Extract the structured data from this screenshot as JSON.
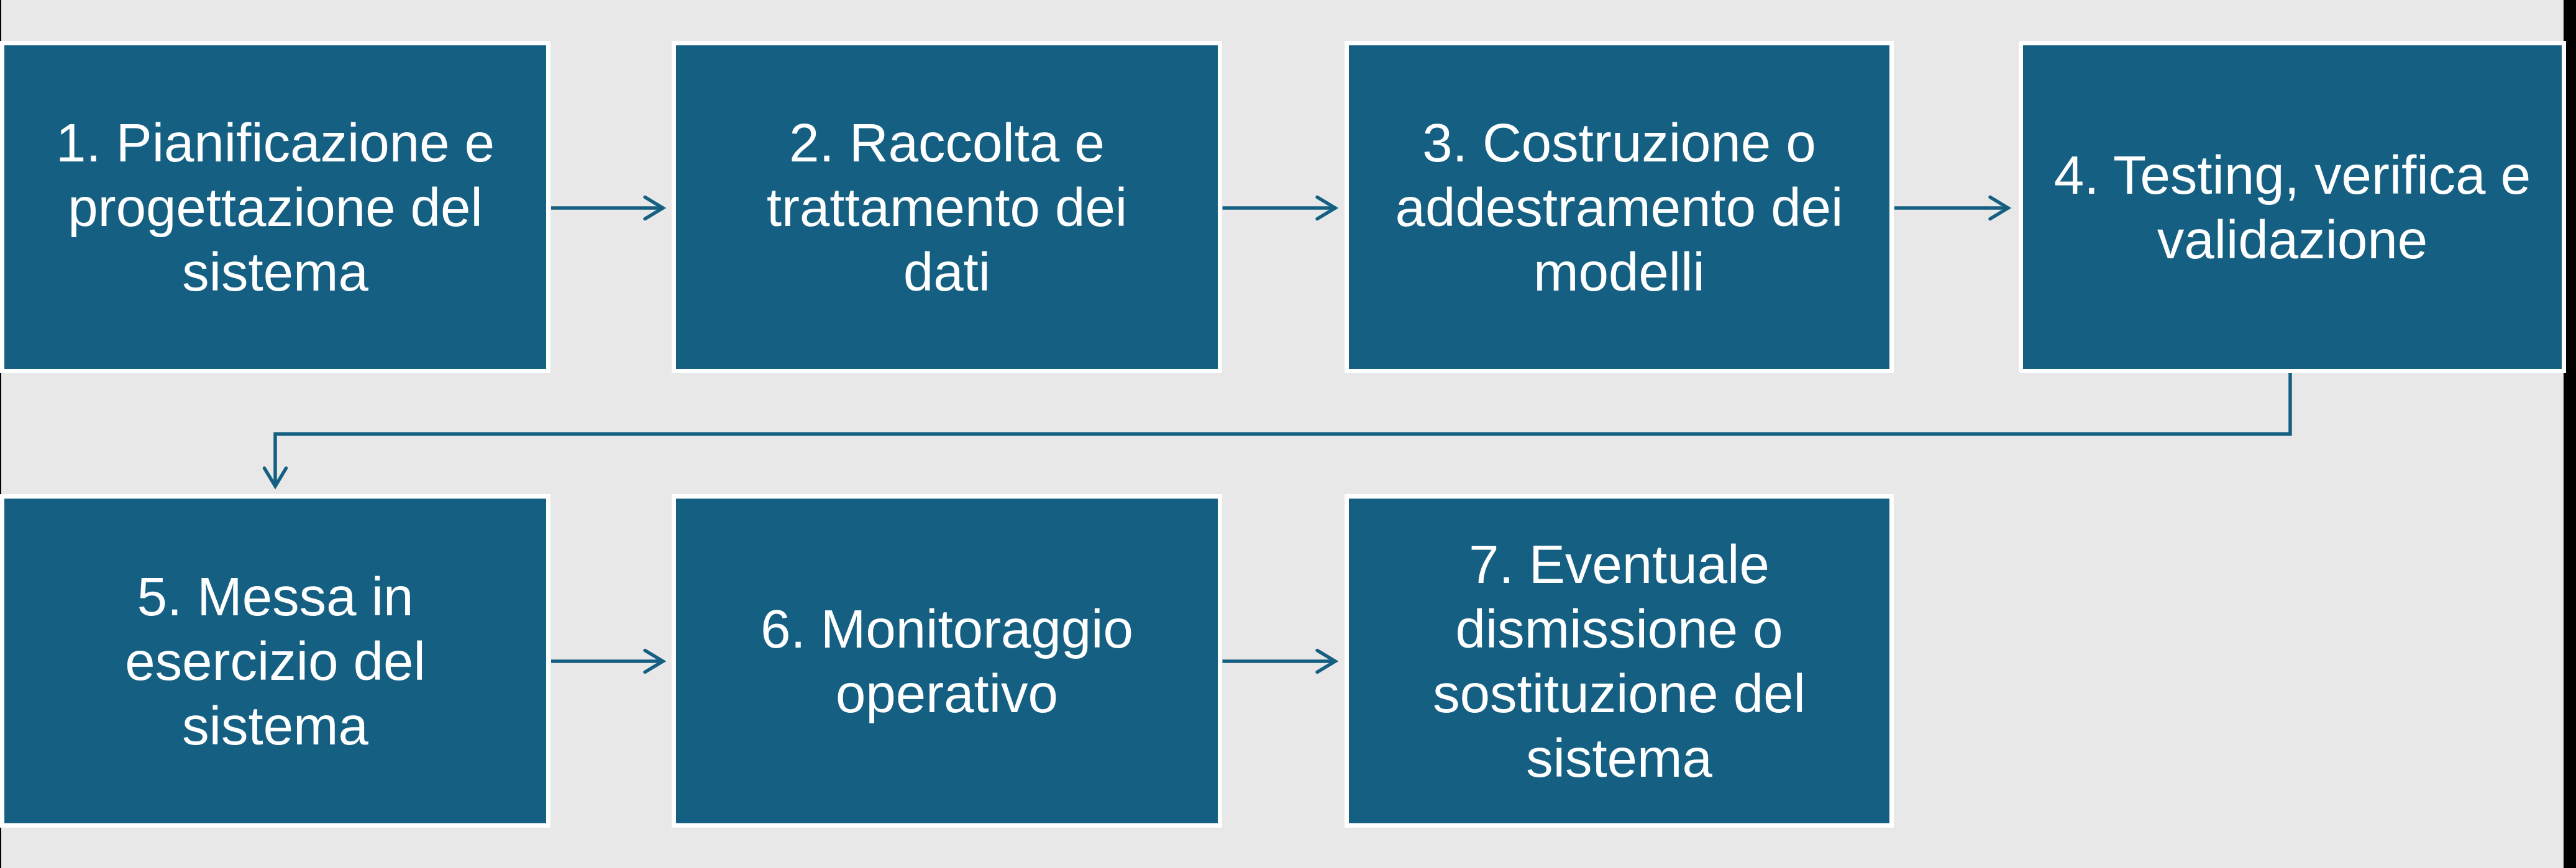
{
  "diagram": {
    "background_color": "#e8e8e8",
    "box_fill_color": "#156082",
    "box_border_color": "#ffffff",
    "arrow_color": "#156082",
    "text_color": "#ffffff",
    "frame_edge_color": "#000000",
    "steps": [
      {
        "number": "1",
        "label": "1. Pianificazione e progettazione del sistema",
        "lines": [
          "1. Pianificazione e",
          "progettazione del",
          "sistema"
        ]
      },
      {
        "number": "2",
        "label": "2. Raccolta e trattamento dei dati",
        "lines": [
          "2. Raccolta e",
          "trattamento dei",
          "dati"
        ]
      },
      {
        "number": "3",
        "label": "3. Costruzione o addestramento dei modelli",
        "lines": [
          "3. Costruzione o",
          "addestramento dei",
          "modelli"
        ]
      },
      {
        "number": "4",
        "label": "4. Testing, verifica e validazione",
        "lines": [
          "4. Testing, verifica e",
          "validazione"
        ]
      },
      {
        "number": "5",
        "label": "5. Messa in esercizio del sistema",
        "lines": [
          "5. Messa in",
          "esercizio del",
          "sistema"
        ]
      },
      {
        "number": "6",
        "label": "6. Monitoraggio operativo",
        "lines": [
          "6. Monitoraggio",
          "operativo"
        ]
      },
      {
        "number": "7",
        "label": "7. Eventuale dismissione o sostituzione del sistema",
        "lines": [
          "7. Eventuale",
          "dismissione o",
          "sostituzione del",
          "sistema"
        ]
      }
    ],
    "connections": [
      {
        "from": "1",
        "to": "2"
      },
      {
        "from": "2",
        "to": "3"
      },
      {
        "from": "3",
        "to": "4"
      },
      {
        "from": "4",
        "to": "5"
      },
      {
        "from": "5",
        "to": "6"
      },
      {
        "from": "6",
        "to": "7"
      }
    ]
  }
}
